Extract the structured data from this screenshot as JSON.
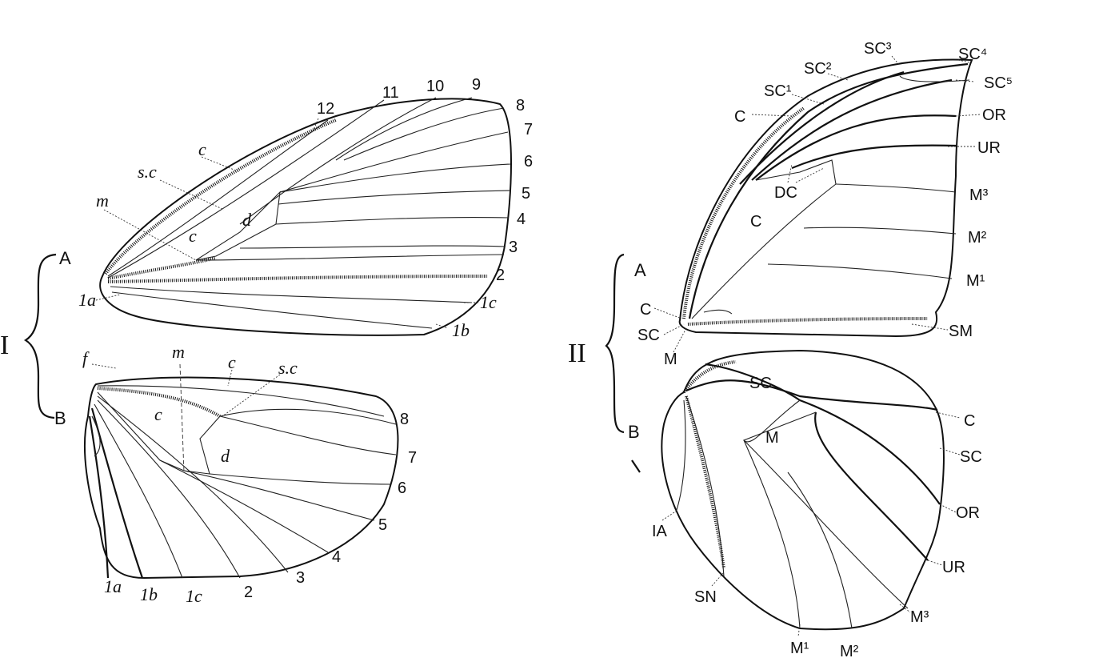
{
  "figure_1": {
    "numeral": "I",
    "forewing_letter": "A",
    "hindwing_letter": "B",
    "forewing_labels": [
      "12",
      "11",
      "10",
      "9",
      "8",
      "7",
      "6",
      "5",
      "4",
      "3",
      "2",
      "1c",
      "1b",
      "1a",
      "c",
      "s.c",
      "m",
      "c",
      "d"
    ],
    "hindwing_labels": [
      "f",
      "m",
      "c",
      "s.c",
      "c",
      "d",
      "8",
      "7",
      "6",
      "5",
      "4",
      "3",
      "2",
      "1c",
      "1b",
      "1a"
    ]
  },
  "figure_2": {
    "numeral": "II",
    "forewing_letter": "A",
    "hindwing_letter": "B",
    "forewing_labels": [
      "SC¹",
      "SC²",
      "SC³",
      "SC⁴",
      "SC⁵",
      "C",
      "OR",
      "UR",
      "DC",
      "C",
      "M³",
      "M²",
      "M¹",
      "SM",
      "C",
      "SC",
      "M"
    ],
    "hindwing_labels": [
      "SC",
      "M",
      "C",
      "SC",
      "OR",
      "UR",
      "M³",
      "M²",
      "M¹",
      "SN",
      "IA"
    ]
  }
}
